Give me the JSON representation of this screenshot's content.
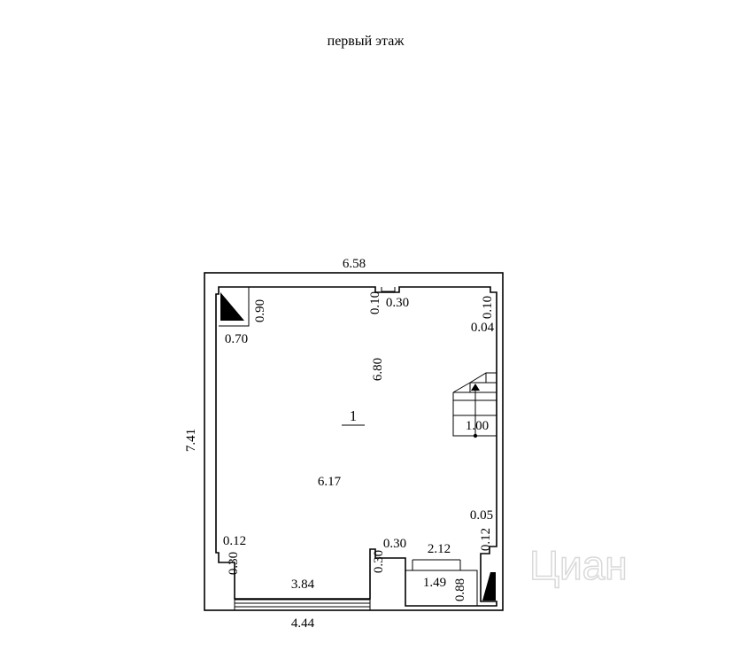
{
  "title": "первый этаж",
  "room_number": "1",
  "dimensions": {
    "outer_top": "6.58",
    "outer_left": "7.41",
    "outer_bottom": "4.44",
    "inner_height": "6.80",
    "inner_width": "6.17",
    "top_left_niche_h": "0.90",
    "top_left_niche_w": "0.70",
    "top_mid_notch_h": "0.10",
    "top_mid_notch_w": "0.30",
    "top_right_h": "0.10",
    "top_right_w": "0.04",
    "stair_width": "1.00",
    "right_low_w": "0.05",
    "right_low_h": "0.12",
    "bottom_left_w": "0.12",
    "bottom_left_h": "0.30",
    "bottom_mid_w": "0.30",
    "bottom_mid_h": "0.30",
    "bottom_window_w": "3.84",
    "bottom_right_w": "2.12",
    "box_w": "1.49",
    "box_h": "0.88"
  },
  "watermark": "Циан"
}
